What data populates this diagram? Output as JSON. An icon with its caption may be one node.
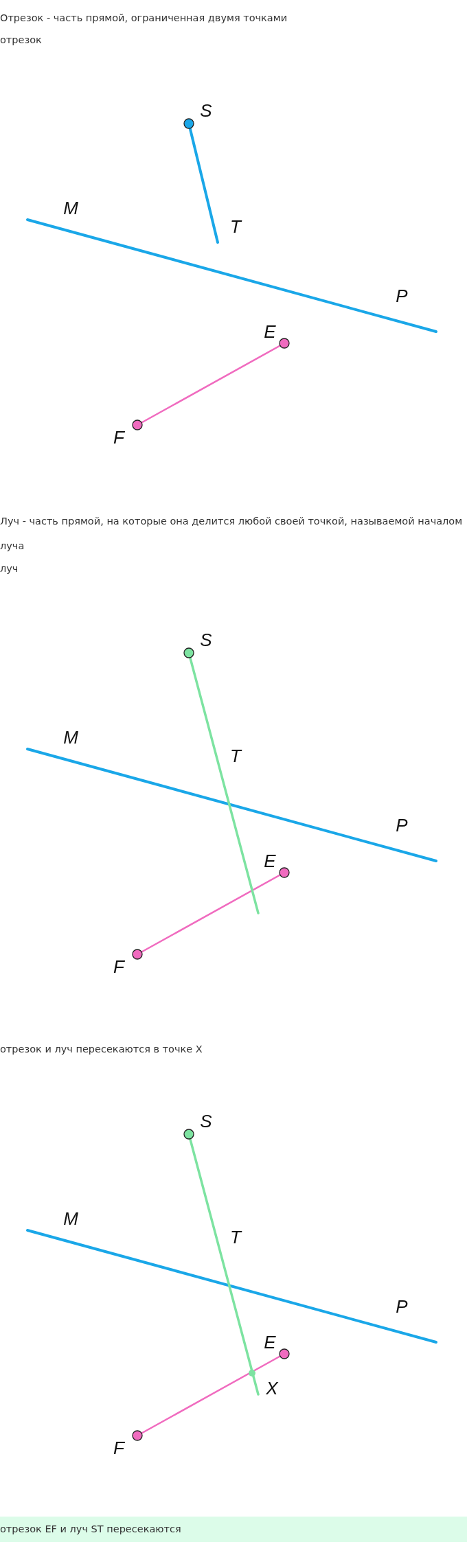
{
  "diagram": {
    "labels": [
      "Отрезок - часть прямой, ограниченная двумя точками",
      "отрезок",
      "S",
      "M",
      "T",
      "P",
      "E",
      "F",
      "Луч - часть прямой, на которые она делится любой своей точкой, называемой началом луча",
      "луч",
      "S",
      "M",
      "T",
      "P",
      "E",
      "F",
      "отрезок и луч пересекаются в точке X",
      "S",
      "M",
      "T",
      "P",
      "E",
      "X",
      "F",
      "отрезок EF и луч ST пересекаются"
    ]
  }
}
